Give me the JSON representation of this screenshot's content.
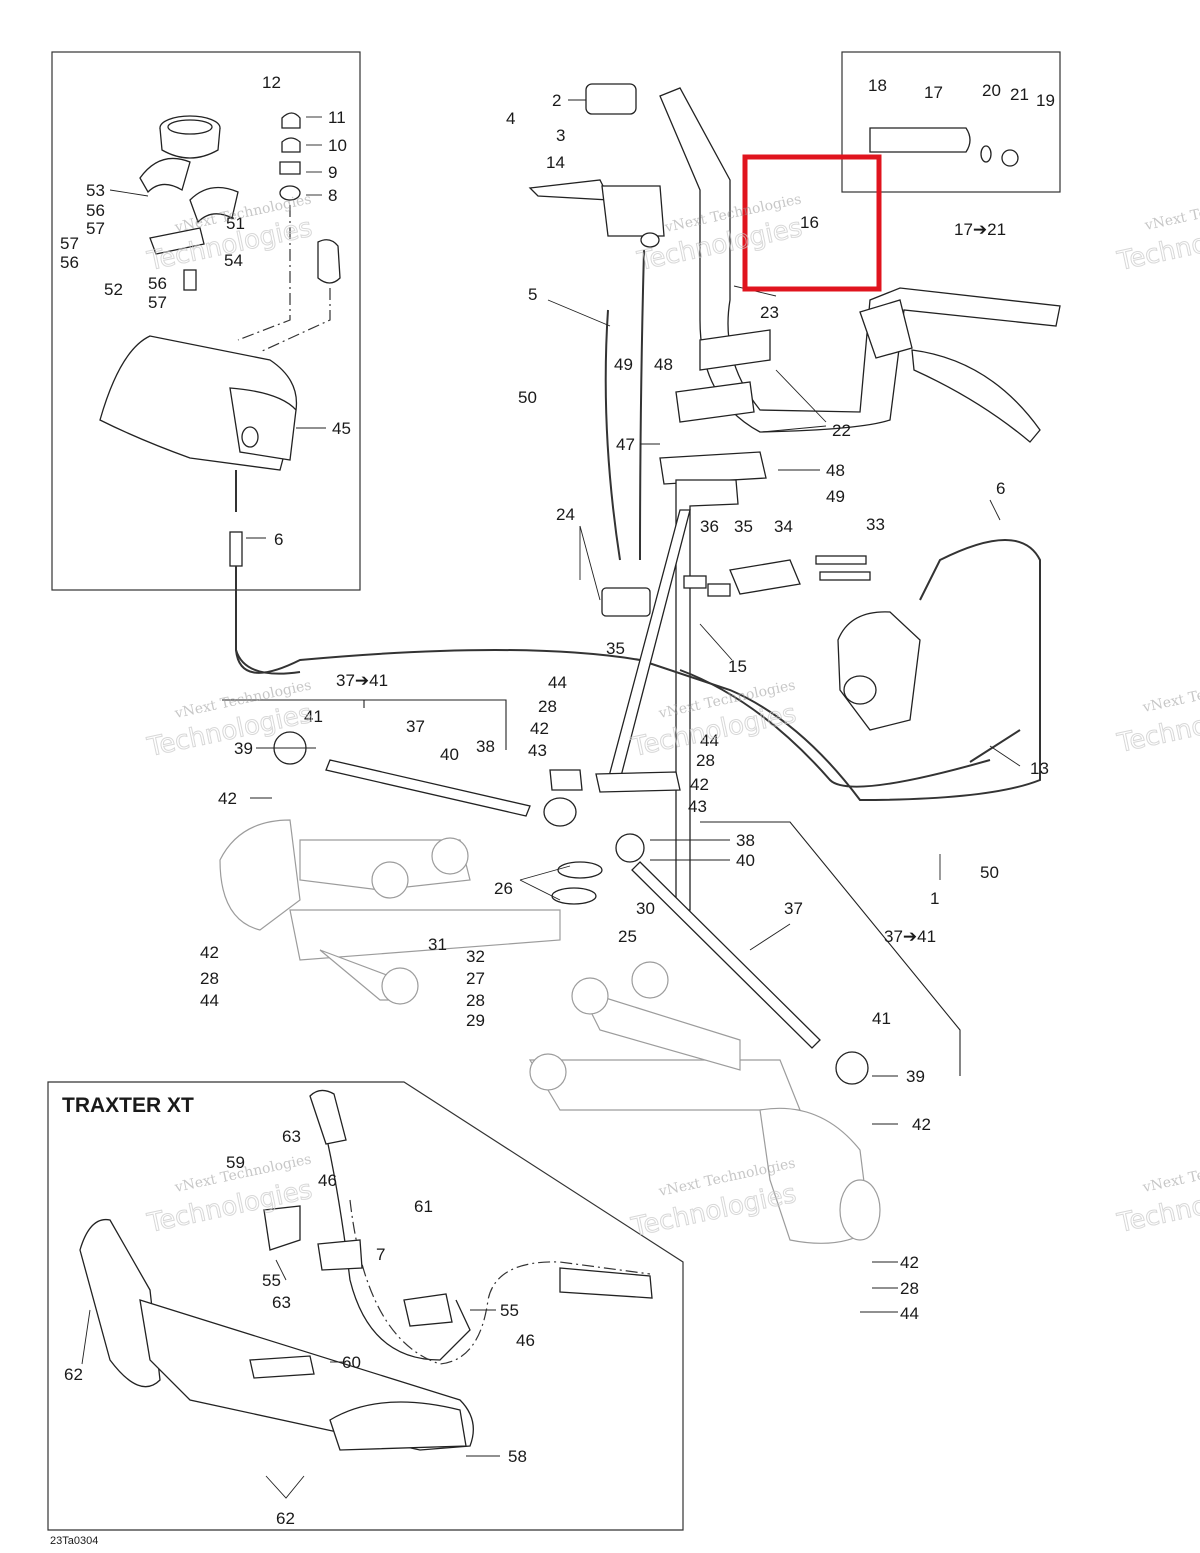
{
  "diagram_code": "23Ta0304",
  "inset_title": "TRAXTER XT",
  "watermark": {
    "line1": "vNext Technologies",
    "line2": "Technologies"
  },
  "highlight_color": "#e0141e",
  "callouts": [
    {
      "id": "c12",
      "text": "12"
    },
    {
      "id": "c11",
      "text": "11"
    },
    {
      "id": "c10",
      "text": "10"
    },
    {
      "id": "c9",
      "text": "9"
    },
    {
      "id": "c8",
      "text": "8"
    },
    {
      "id": "c53",
      "text": "53"
    },
    {
      "id": "c56a",
      "text": "56"
    },
    {
      "id": "c57a",
      "text": "57"
    },
    {
      "id": "c57b",
      "text": "57"
    },
    {
      "id": "c56b",
      "text": "56"
    },
    {
      "id": "c51",
      "text": "51"
    },
    {
      "id": "c52",
      "text": "52"
    },
    {
      "id": "c54",
      "text": "54"
    },
    {
      "id": "c56c",
      "text": "56"
    },
    {
      "id": "c57c",
      "text": "57"
    },
    {
      "id": "c45",
      "text": "45"
    },
    {
      "id": "c6a",
      "text": "6"
    },
    {
      "id": "c2",
      "text": "2"
    },
    {
      "id": "c4",
      "text": "4"
    },
    {
      "id": "c3",
      "text": "3"
    },
    {
      "id": "c14",
      "text": "14"
    },
    {
      "id": "c18",
      "text": "18"
    },
    {
      "id": "c17",
      "text": "17"
    },
    {
      "id": "c20",
      "text": "20"
    },
    {
      "id": "c21",
      "text": "21"
    },
    {
      "id": "c19",
      "text": "19"
    },
    {
      "id": "c1721",
      "text": "17➔21"
    },
    {
      "id": "c16",
      "text": "16"
    },
    {
      "id": "c23",
      "text": "23"
    },
    {
      "id": "c5",
      "text": "5"
    },
    {
      "id": "c50a",
      "text": "50"
    },
    {
      "id": "c49a",
      "text": "49"
    },
    {
      "id": "c48a",
      "text": "48"
    },
    {
      "id": "c22",
      "text": "22"
    },
    {
      "id": "c47",
      "text": "47"
    },
    {
      "id": "c48b",
      "text": "48"
    },
    {
      "id": "c49b",
      "text": "49"
    },
    {
      "id": "c6b",
      "text": "6"
    },
    {
      "id": "c24",
      "text": "24"
    },
    {
      "id": "c36",
      "text": "36"
    },
    {
      "id": "c35a",
      "text": "35"
    },
    {
      "id": "c34",
      "text": "34"
    },
    {
      "id": "c33",
      "text": "33"
    },
    {
      "id": "c35b",
      "text": "35"
    },
    {
      "id": "c15",
      "text": "15"
    },
    {
      "id": "c3741a",
      "text": "37➔41"
    },
    {
      "id": "c44a",
      "text": "44"
    },
    {
      "id": "c28a",
      "text": "28"
    },
    {
      "id": "c42a",
      "text": "42"
    },
    {
      "id": "c43a",
      "text": "43"
    },
    {
      "id": "c41a",
      "text": "41"
    },
    {
      "id": "c37a",
      "text": "37"
    },
    {
      "id": "c39a",
      "text": "39"
    },
    {
      "id": "c40a",
      "text": "40"
    },
    {
      "id": "c38a",
      "text": "38"
    },
    {
      "id": "c44b",
      "text": "44"
    },
    {
      "id": "c28b",
      "text": "28"
    },
    {
      "id": "c42b",
      "text": "42"
    },
    {
      "id": "c43b",
      "text": "43"
    },
    {
      "id": "c13",
      "text": "13"
    },
    {
      "id": "c42c",
      "text": "42"
    },
    {
      "id": "c38b",
      "text": "38"
    },
    {
      "id": "c40b",
      "text": "40"
    },
    {
      "id": "c1",
      "text": "1"
    },
    {
      "id": "c50b",
      "text": "50"
    },
    {
      "id": "c26",
      "text": "26"
    },
    {
      "id": "c30",
      "text": "30"
    },
    {
      "id": "c37b",
      "text": "37"
    },
    {
      "id": "c3741b",
      "text": "37➔41"
    },
    {
      "id": "c25",
      "text": "25"
    },
    {
      "id": "c31",
      "text": "31"
    },
    {
      "id": "c32",
      "text": "32"
    },
    {
      "id": "c42d",
      "text": "42"
    },
    {
      "id": "c28c",
      "text": "28"
    },
    {
      "id": "c27",
      "text": "27"
    },
    {
      "id": "c44c",
      "text": "44"
    },
    {
      "id": "c28d",
      "text": "28"
    },
    {
      "id": "c29",
      "text": "29"
    },
    {
      "id": "c41b",
      "text": "41"
    },
    {
      "id": "c39b",
      "text": "39"
    },
    {
      "id": "c42e",
      "text": "42"
    },
    {
      "id": "c42f",
      "text": "42"
    },
    {
      "id": "c28e",
      "text": "28"
    },
    {
      "id": "c44d",
      "text": "44"
    },
    {
      "id": "c63a",
      "text": "63"
    },
    {
      "id": "c59",
      "text": "59"
    },
    {
      "id": "c46a",
      "text": "46"
    },
    {
      "id": "c61",
      "text": "61"
    },
    {
      "id": "c7",
      "text": "7"
    },
    {
      "id": "c55a",
      "text": "55"
    },
    {
      "id": "c55b",
      "text": "55"
    },
    {
      "id": "c63b",
      "text": "63"
    },
    {
      "id": "c46b",
      "text": "46"
    },
    {
      "id": "c60",
      "text": "60"
    },
    {
      "id": "c62a",
      "text": "62"
    },
    {
      "id": "c58",
      "text": "58"
    },
    {
      "id": "c62b",
      "text": "62"
    }
  ]
}
